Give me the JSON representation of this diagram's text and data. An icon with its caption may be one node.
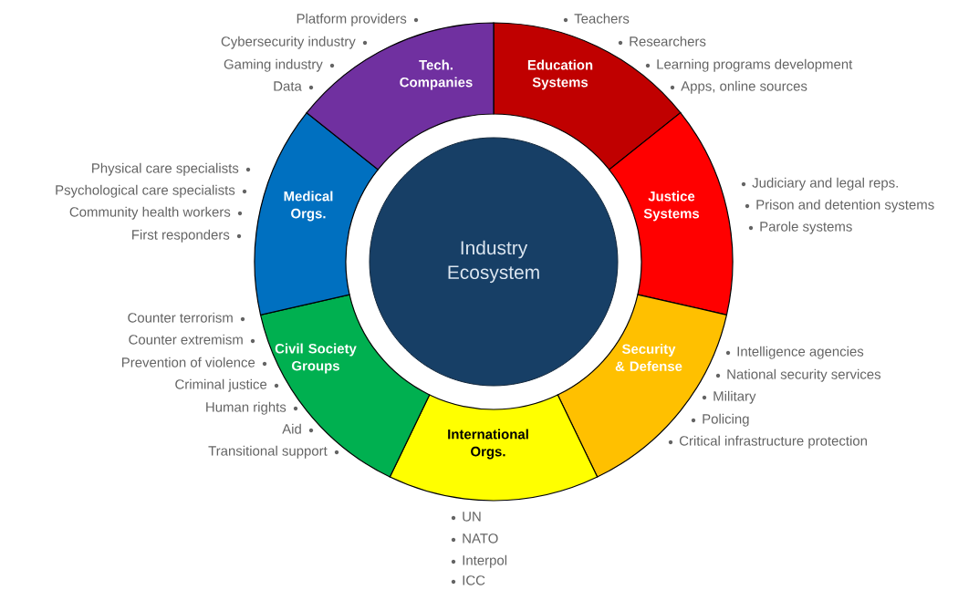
{
  "diagram": {
    "nodes": [
      {
        "text": [
          "Industry Ecosystem"
        ]
      },
      {
        "text": [
          "Education Systems"
        ],
        "beside": [
          "Teachers",
          "Researchers",
          "Learning programs development",
          "Apps, online sources"
        ]
      },
      {
        "text": [
          "Justice Systems"
        ],
        "beside": [
          "Judiciary and legal reps.",
          "Prison and detention systems",
          "Parole systems"
        ]
      },
      {
        "text": [
          "Security & Defense"
        ],
        "beside": [
          "Intelligence agencies",
          "National security services",
          "Military",
          "Policing",
          "Critical infrastructure protection"
        ]
      },
      {
        "text": [
          "International Orgs."
        ],
        "beside": [
          "UN",
          "NATO",
          "Interpol",
          "ICC"
        ]
      },
      {
        "text": [
          "Civil Society Groups"
        ],
        "beside": [
          "Counter terrorism",
          "Counter extremism",
          "Prevention of violence",
          "Criminal justice",
          "Human rights",
          "Aid",
          "Transitional support"
        ]
      },
      {
        "text": [
          "Medical Orgs."
        ],
        "beside": [
          "Physical care specialists",
          "Psychological care specialists",
          "Community health workers",
          "First responders"
        ]
      },
      {
        "text": [
          "Tech. Companies"
        ],
        "beside": [
          "Platform providers",
          "Cybersecurity industry",
          "Gaming industry",
          "Data"
        ]
      }
    ]
  }
}
